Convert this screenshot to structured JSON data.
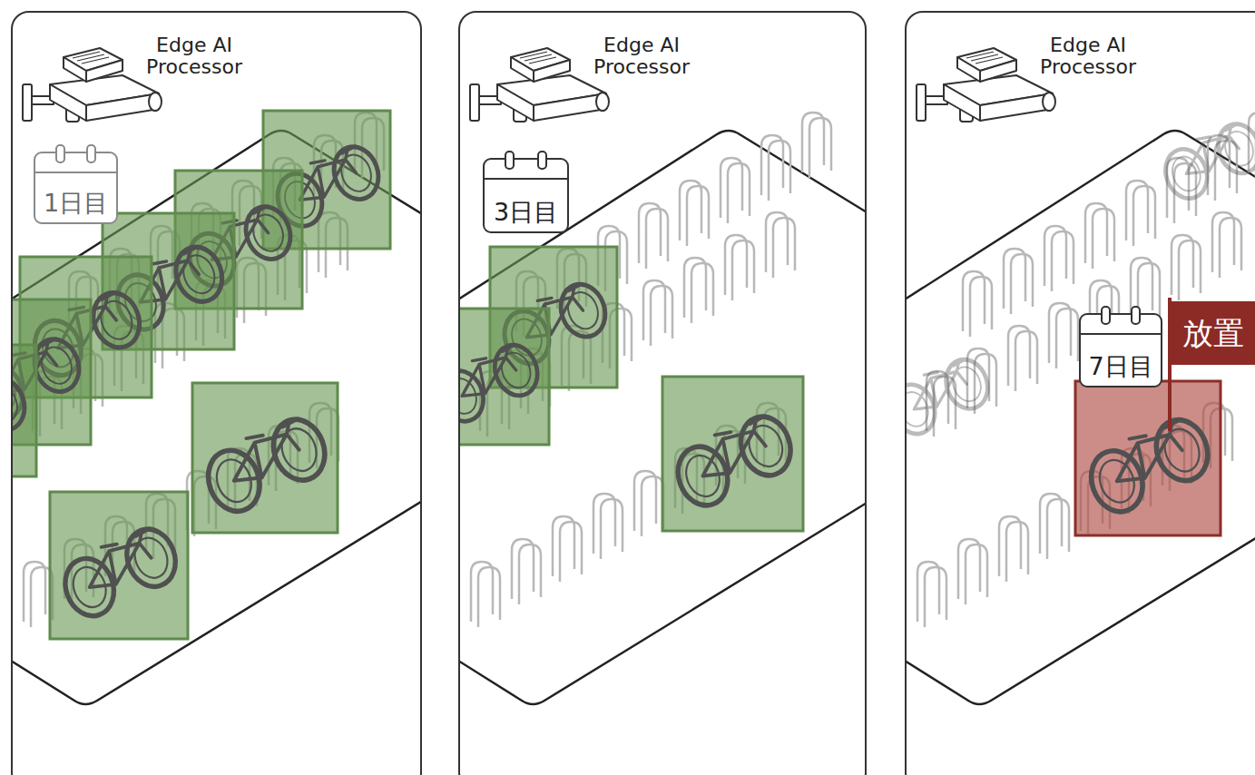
{
  "diagram": {
    "nodes": [
      {
        "text": [
          "Edge AI Processor"
        ]
      },
      {
        "text": [
          "1日目"
        ],
        "in": 0
      },
      {
        "text": [
          "Edge AI Processor"
        ]
      },
      {
        "text": [
          "3日目"
        ],
        "in": 2
      },
      {
        "text": [
          "Edge AI Processor"
        ]
      },
      {
        "text": [
          "7日目"
        ],
        "in": 4
      },
      {
        "text": [
          "放置"
        ],
        "in": 4
      }
    ]
  }
}
